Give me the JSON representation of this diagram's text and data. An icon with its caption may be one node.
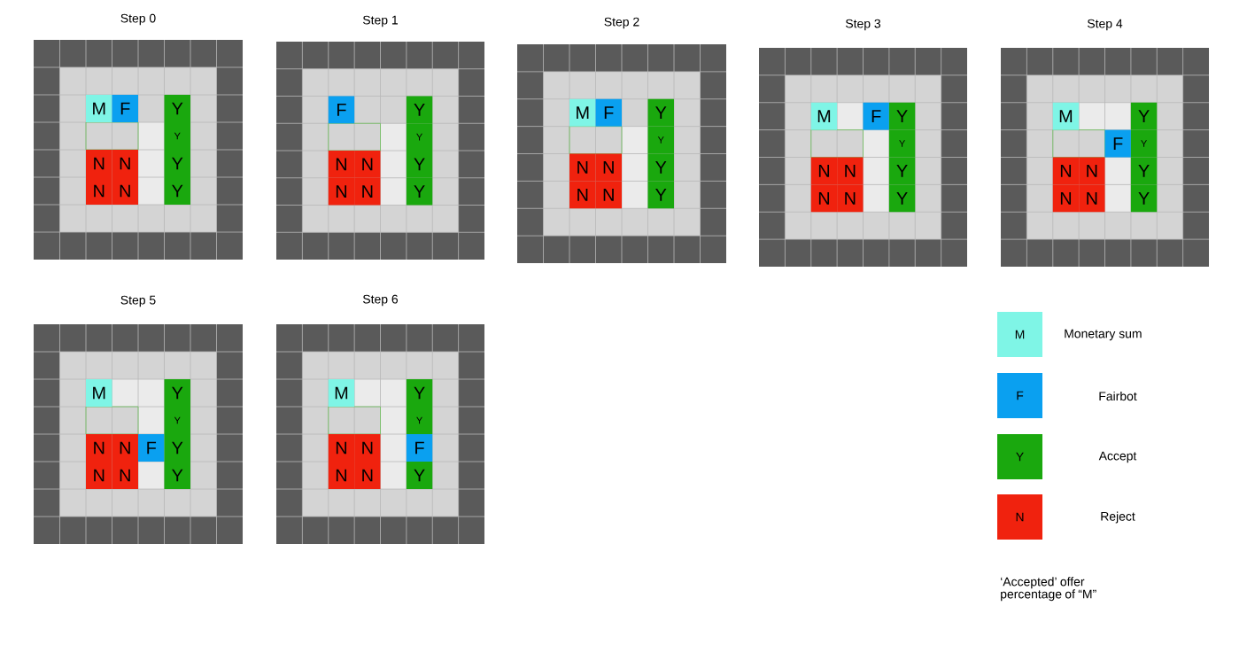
{
  "diagram": {
    "nodes": [
      {
        "text": [
          "Step 0"
        ]
      },
      {
        "text": [
          "M"
        ],
        "in": 0
      },
      {
        "text": [
          "F"
        ],
        "in": 0
      },
      {
        "text": [
          "Y"
        ],
        "in": 0
      },
      {
        "text": [
          "Y"
        ],
        "in": 0
      },
      {
        "text": [
          "N"
        ],
        "in": 0
      },
      {
        "text": [
          "N"
        ],
        "in": 0
      },
      {
        "text": [
          "Y"
        ],
        "in": 0
      },
      {
        "text": [
          "N"
        ],
        "in": 0
      },
      {
        "text": [
          "N"
        ],
        "in": 0
      },
      {
        "text": [
          "Y"
        ],
        "in": 0
      },
      {
        "text": [
          "Step 1"
        ]
      },
      {
        "text": [
          "F"
        ],
        "in": 11
      },
      {
        "text": [
          "Y"
        ],
        "in": 11
      },
      {
        "text": [
          "Y"
        ],
        "in": 11
      },
      {
        "text": [
          "N"
        ],
        "in": 11
      },
      {
        "text": [
          "N"
        ],
        "in": 11
      },
      {
        "text": [
          "Y"
        ],
        "in": 11
      },
      {
        "text": [
          "N"
        ],
        "in": 11
      },
      {
        "text": [
          "N"
        ],
        "in": 11
      },
      {
        "text": [
          "Y"
        ],
        "in": 11
      },
      {
        "text": [
          "Step 2"
        ]
      },
      {
        "text": [
          "M"
        ],
        "in": 21
      },
      {
        "text": [
          "F"
        ],
        "in": 21
      },
      {
        "text": [
          "Y"
        ],
        "in": 21
      },
      {
        "text": [
          "Y"
        ],
        "in": 21
      },
      {
        "text": [
          "N"
        ],
        "in": 21
      },
      {
        "text": [
          "N"
        ],
        "in": 21
      },
      {
        "text": [
          "Y"
        ],
        "in": 21
      },
      {
        "text": [
          "N"
        ],
        "in": 21
      },
      {
        "text": [
          "N"
        ],
        "in": 21
      },
      {
        "text": [
          "Y"
        ],
        "in": 21
      },
      {
        "text": [
          "Step 3"
        ]
      },
      {
        "text": [
          "M"
        ],
        "in": 32
      },
      {
        "text": [
          "F"
        ],
        "in": 32
      },
      {
        "text": [
          "Y"
        ],
        "in": 32
      },
      {
        "text": [
          "Y"
        ],
        "in": 32
      },
      {
        "text": [
          "N"
        ],
        "in": 32
      },
      {
        "text": [
          "N"
        ],
        "in": 32
      },
      {
        "text": [
          "Y"
        ],
        "in": 32
      },
      {
        "text": [
          "N"
        ],
        "in": 32
      },
      {
        "text": [
          "N"
        ],
        "in": 32
      },
      {
        "text": [
          "Y"
        ],
        "in": 32
      },
      {
        "text": [
          "Step 4"
        ]
      },
      {
        "text": [
          "M"
        ],
        "in": 43
      },
      {
        "text": [
          "Y"
        ],
        "in": 43
      },
      {
        "text": [
          "F"
        ],
        "in": 43
      },
      {
        "text": [
          "Y"
        ],
        "in": 43
      },
      {
        "text": [
          "N"
        ],
        "in": 43
      },
      {
        "text": [
          "N"
        ],
        "in": 43
      },
      {
        "text": [
          "Y"
        ],
        "in": 43
      },
      {
        "text": [
          "N"
        ],
        "in": 43
      },
      {
        "text": [
          "N"
        ],
        "in": 43
      },
      {
        "text": [
          "Y"
        ],
        "in": 43
      },
      {
        "text": [
          "Step 5"
        ]
      },
      {
        "text": [
          "M"
        ],
        "in": 54
      },
      {
        "text": [
          "Y"
        ],
        "in": 54
      },
      {
        "text": [
          "Y"
        ],
        "in": 54
      },
      {
        "text": [
          "N"
        ],
        "in": 54
      },
      {
        "text": [
          "N"
        ],
        "in": 54
      },
      {
        "text": [
          "F"
        ],
        "in": 54
      },
      {
        "text": [
          "Y"
        ],
        "in": 54
      },
      {
        "text": [
          "N"
        ],
        "in": 54
      },
      {
        "text": [
          "N"
        ],
        "in": 54
      },
      {
        "text": [
          "Y"
        ],
        "in": 54
      },
      {
        "text": [
          "Step 6"
        ]
      },
      {
        "text": [
          "M"
        ],
        "in": 65
      },
      {
        "text": [
          "Y"
        ],
        "in": 65
      },
      {
        "text": [
          "Y"
        ],
        "in": 65
      },
      {
        "text": [
          "N"
        ],
        "in": 65
      },
      {
        "text": [
          "N"
        ],
        "in": 65
      },
      {
        "text": [
          "F"
        ],
        "in": 65
      },
      {
        "text": [
          "N"
        ],
        "in": 65
      },
      {
        "text": [
          "N"
        ],
        "in": 65
      },
      {
        "text": [
          "Y"
        ],
        "in": 65
      }
    ],
    "labels": [
      "M",
      "F",
      "Y",
      "N",
      "‘Accepted’ offer percentage of “M”"
    ],
    "legend": [
      {
        "text": "Monetary sum",
        "color": "#7ff5e6"
      },
      {
        "text": "Fairbot",
        "color": "#0aa0f0"
      },
      {
        "text": "Accept",
        "color": "#1aa80e"
      },
      {
        "text": "Reject",
        "color": "#f0220e"
      }
    ]
  }
}
